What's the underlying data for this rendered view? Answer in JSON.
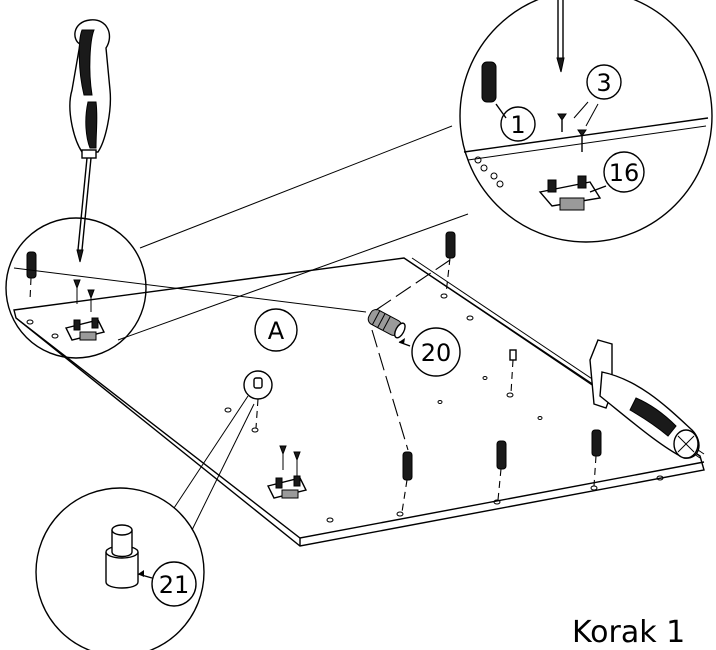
{
  "step_label": "Korak 1",
  "part_labels": {
    "panel": "A",
    "dowel": "1",
    "screw": "3",
    "hinge_plate": "16",
    "cam_bolt": "20",
    "connector": "21"
  },
  "tools": [
    "screwdriver-icon",
    "hammer-icon"
  ]
}
